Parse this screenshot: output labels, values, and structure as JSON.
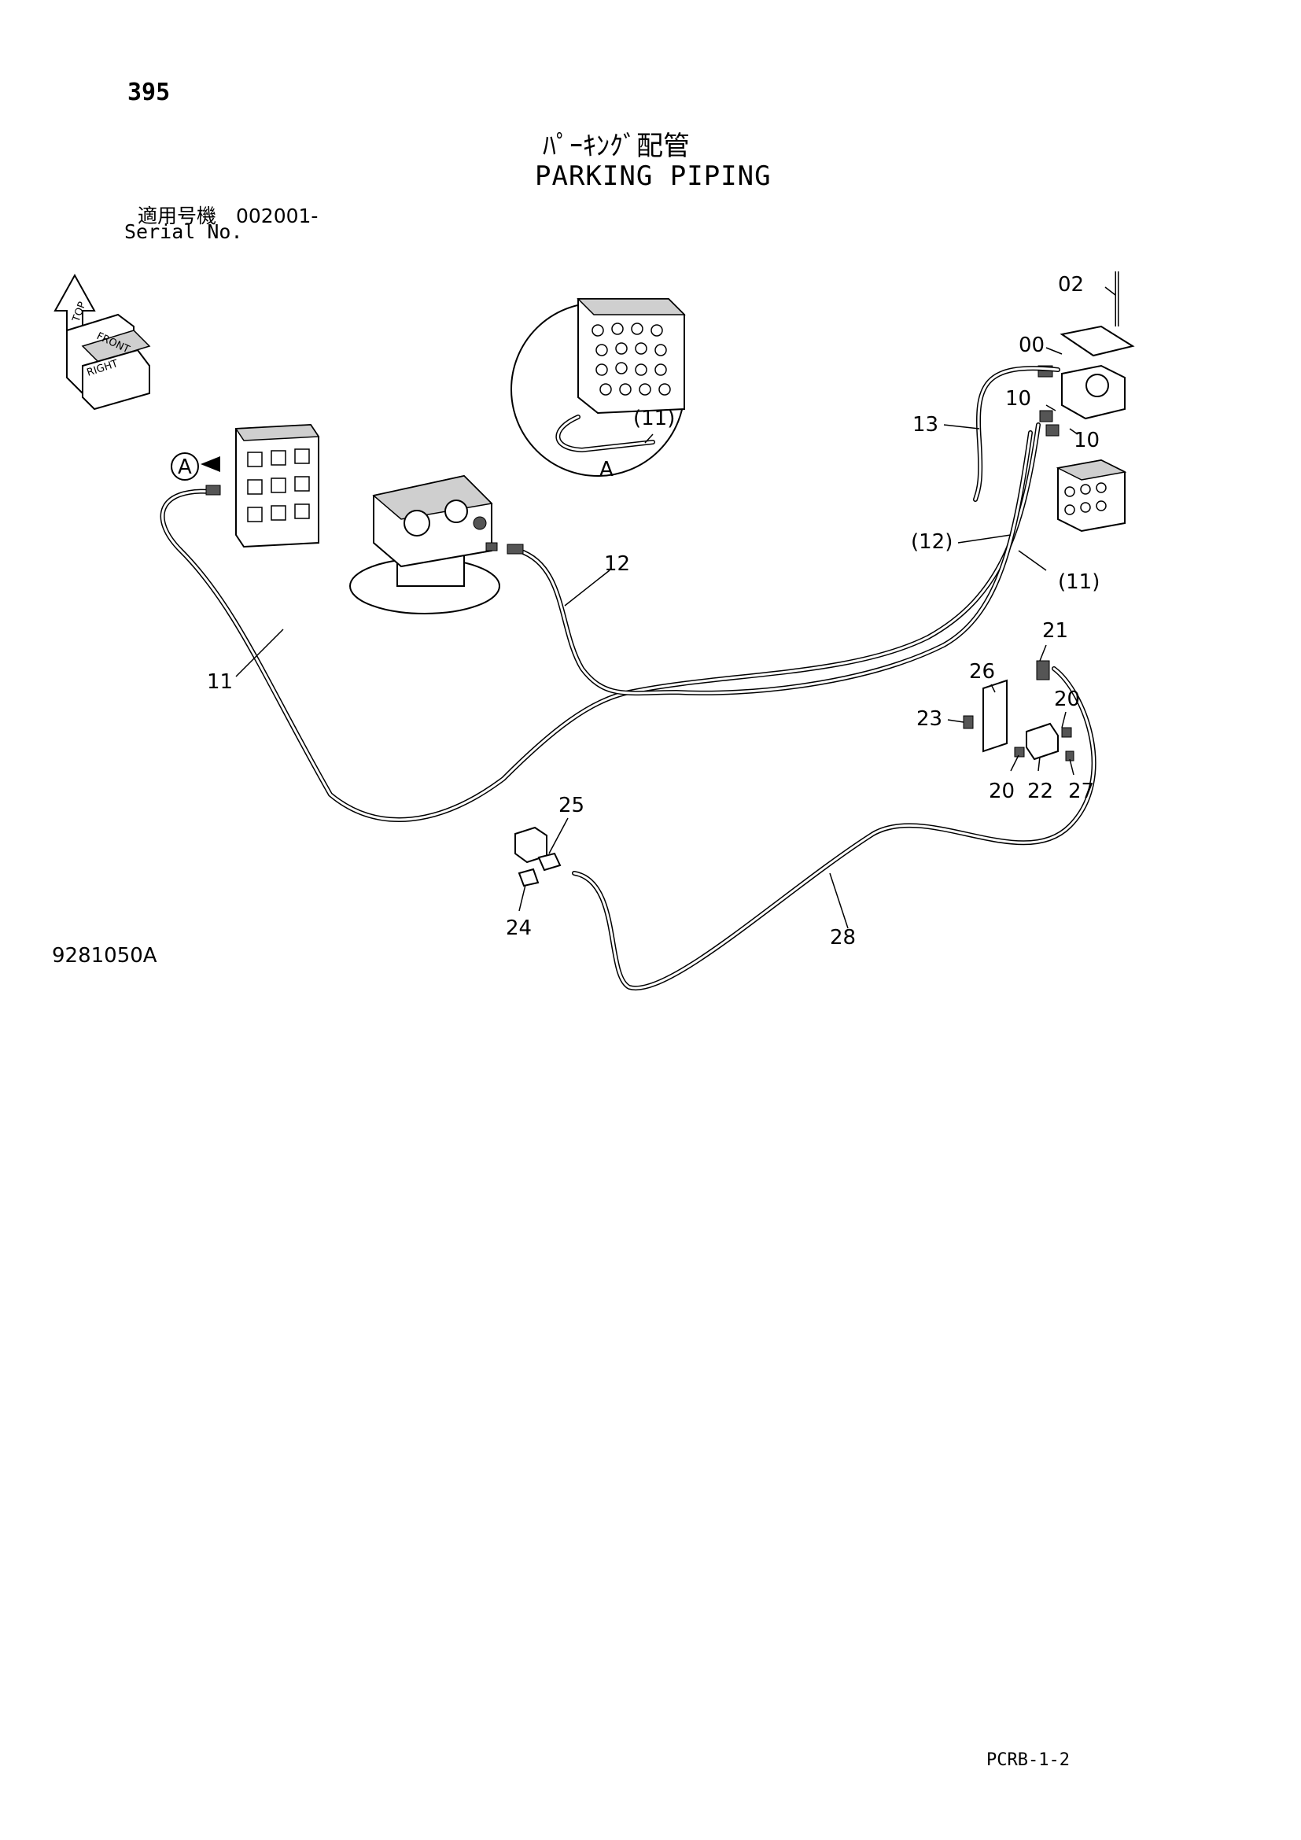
{
  "header": {
    "page_number": "395",
    "title_jp": "ﾊﾟｰｷﾝｸﾞ配管",
    "title_en": "PARKING PIPING",
    "serial_label_jp": "適用号機　002001-",
    "serial_label_en": "Serial No."
  },
  "orientation_icon": {
    "icon": "orientation-cube-icon",
    "labels": [
      "TOP",
      "FRONT",
      "RIGHT"
    ]
  },
  "detail_view": {
    "label": "A",
    "marker": "A",
    "callout": "(11)"
  },
  "callouts": {
    "c02": "02",
    "c00": "00",
    "c10a": "10",
    "c10b": "10",
    "c13": "13",
    "c12p": "(12)",
    "c11p": "(11)",
    "c12": "12",
    "c11": "11",
    "c21": "21",
    "c26": "26",
    "c20a": "20",
    "c23": "23",
    "c20b": "20",
    "c22": "22",
    "c27": "27",
    "c25": "25",
    "c24": "24",
    "c28": "28"
  },
  "footer": {
    "drawing_number": "9281050A",
    "page_code": "PCRB-1-2"
  }
}
